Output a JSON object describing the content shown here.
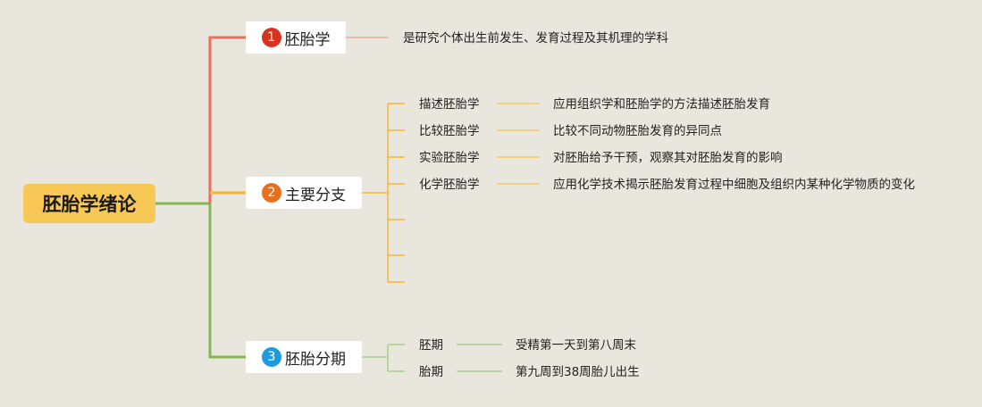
{
  "root": {
    "title": "胚胎学绪论"
  },
  "branches": [
    {
      "badge": "1",
      "label": "胚胎学",
      "color": "#e8705a",
      "badge_color": "#d8331f",
      "description": "是研究个体出生前发生、发育过程及其机理的学科"
    },
    {
      "badge": "2",
      "label": "主要分支",
      "color": "#f5b731",
      "badge_color": "#e8701a",
      "items": [
        {
          "name": "描述胚胎学",
          "description": "应用组织学和胚胎学的方法描述胚胎发育"
        },
        {
          "name": "比较胚胎学",
          "description": "比较不同动物胚胎发育的异同点"
        },
        {
          "name": "实验胚胎学",
          "description": "对胚胎给予干预，观察其对胚胎发育的影响"
        },
        {
          "name": "化学胚胎学",
          "description": "应用化学技术揭示胚胎发育过程中细胞及组织内某种化学物质的变化"
        }
      ]
    },
    {
      "badge": "3",
      "label": "胚胎分期",
      "color": "#86b554",
      "badge_color": "#1e9be0",
      "items": [
        {
          "name": "胚期",
          "description": "受精第一天到第八周末"
        },
        {
          "name": "胎期",
          "description": "第九周到38周胎儿出生"
        }
      ]
    }
  ]
}
